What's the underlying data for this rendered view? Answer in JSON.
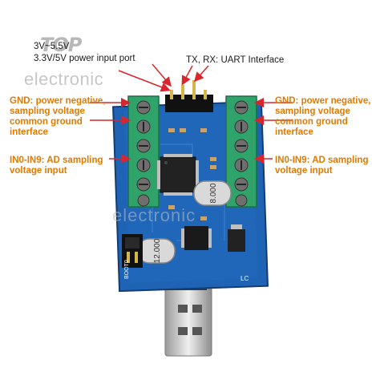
{
  "logo": {
    "top_text": "TOP",
    "brand_text": "electronic",
    "watermark_text": "electronic"
  },
  "annotations": {
    "power_input_line1": "3V~5.5V",
    "power_input_line2": "3.3V/5V power input port",
    "uart": "TX, RX: UART Interface",
    "gnd_left": [
      "GND: power negative,",
      "sampling voltage",
      "common ground",
      "interface"
    ],
    "gnd_right": [
      "GND: power negative,",
      "sampling voltage",
      "common ground",
      "interface"
    ],
    "adc_left": [
      "IN0-IN9: AD sampling",
      "voltage input"
    ],
    "adc_right": [
      "IN0-IN9: AD sampling",
      "voltage input"
    ]
  },
  "board_text": {
    "crystal_top": "8.000",
    "crystal_bottom": "12.000",
    "boot_label": "BOOT0",
    "version_label": "LC"
  },
  "colors": {
    "pcb_blue": "#1f63b5",
    "terminal_green": "#2fa36a",
    "label_orange": "#e07a00",
    "arrow_red": "#d9262c"
  }
}
